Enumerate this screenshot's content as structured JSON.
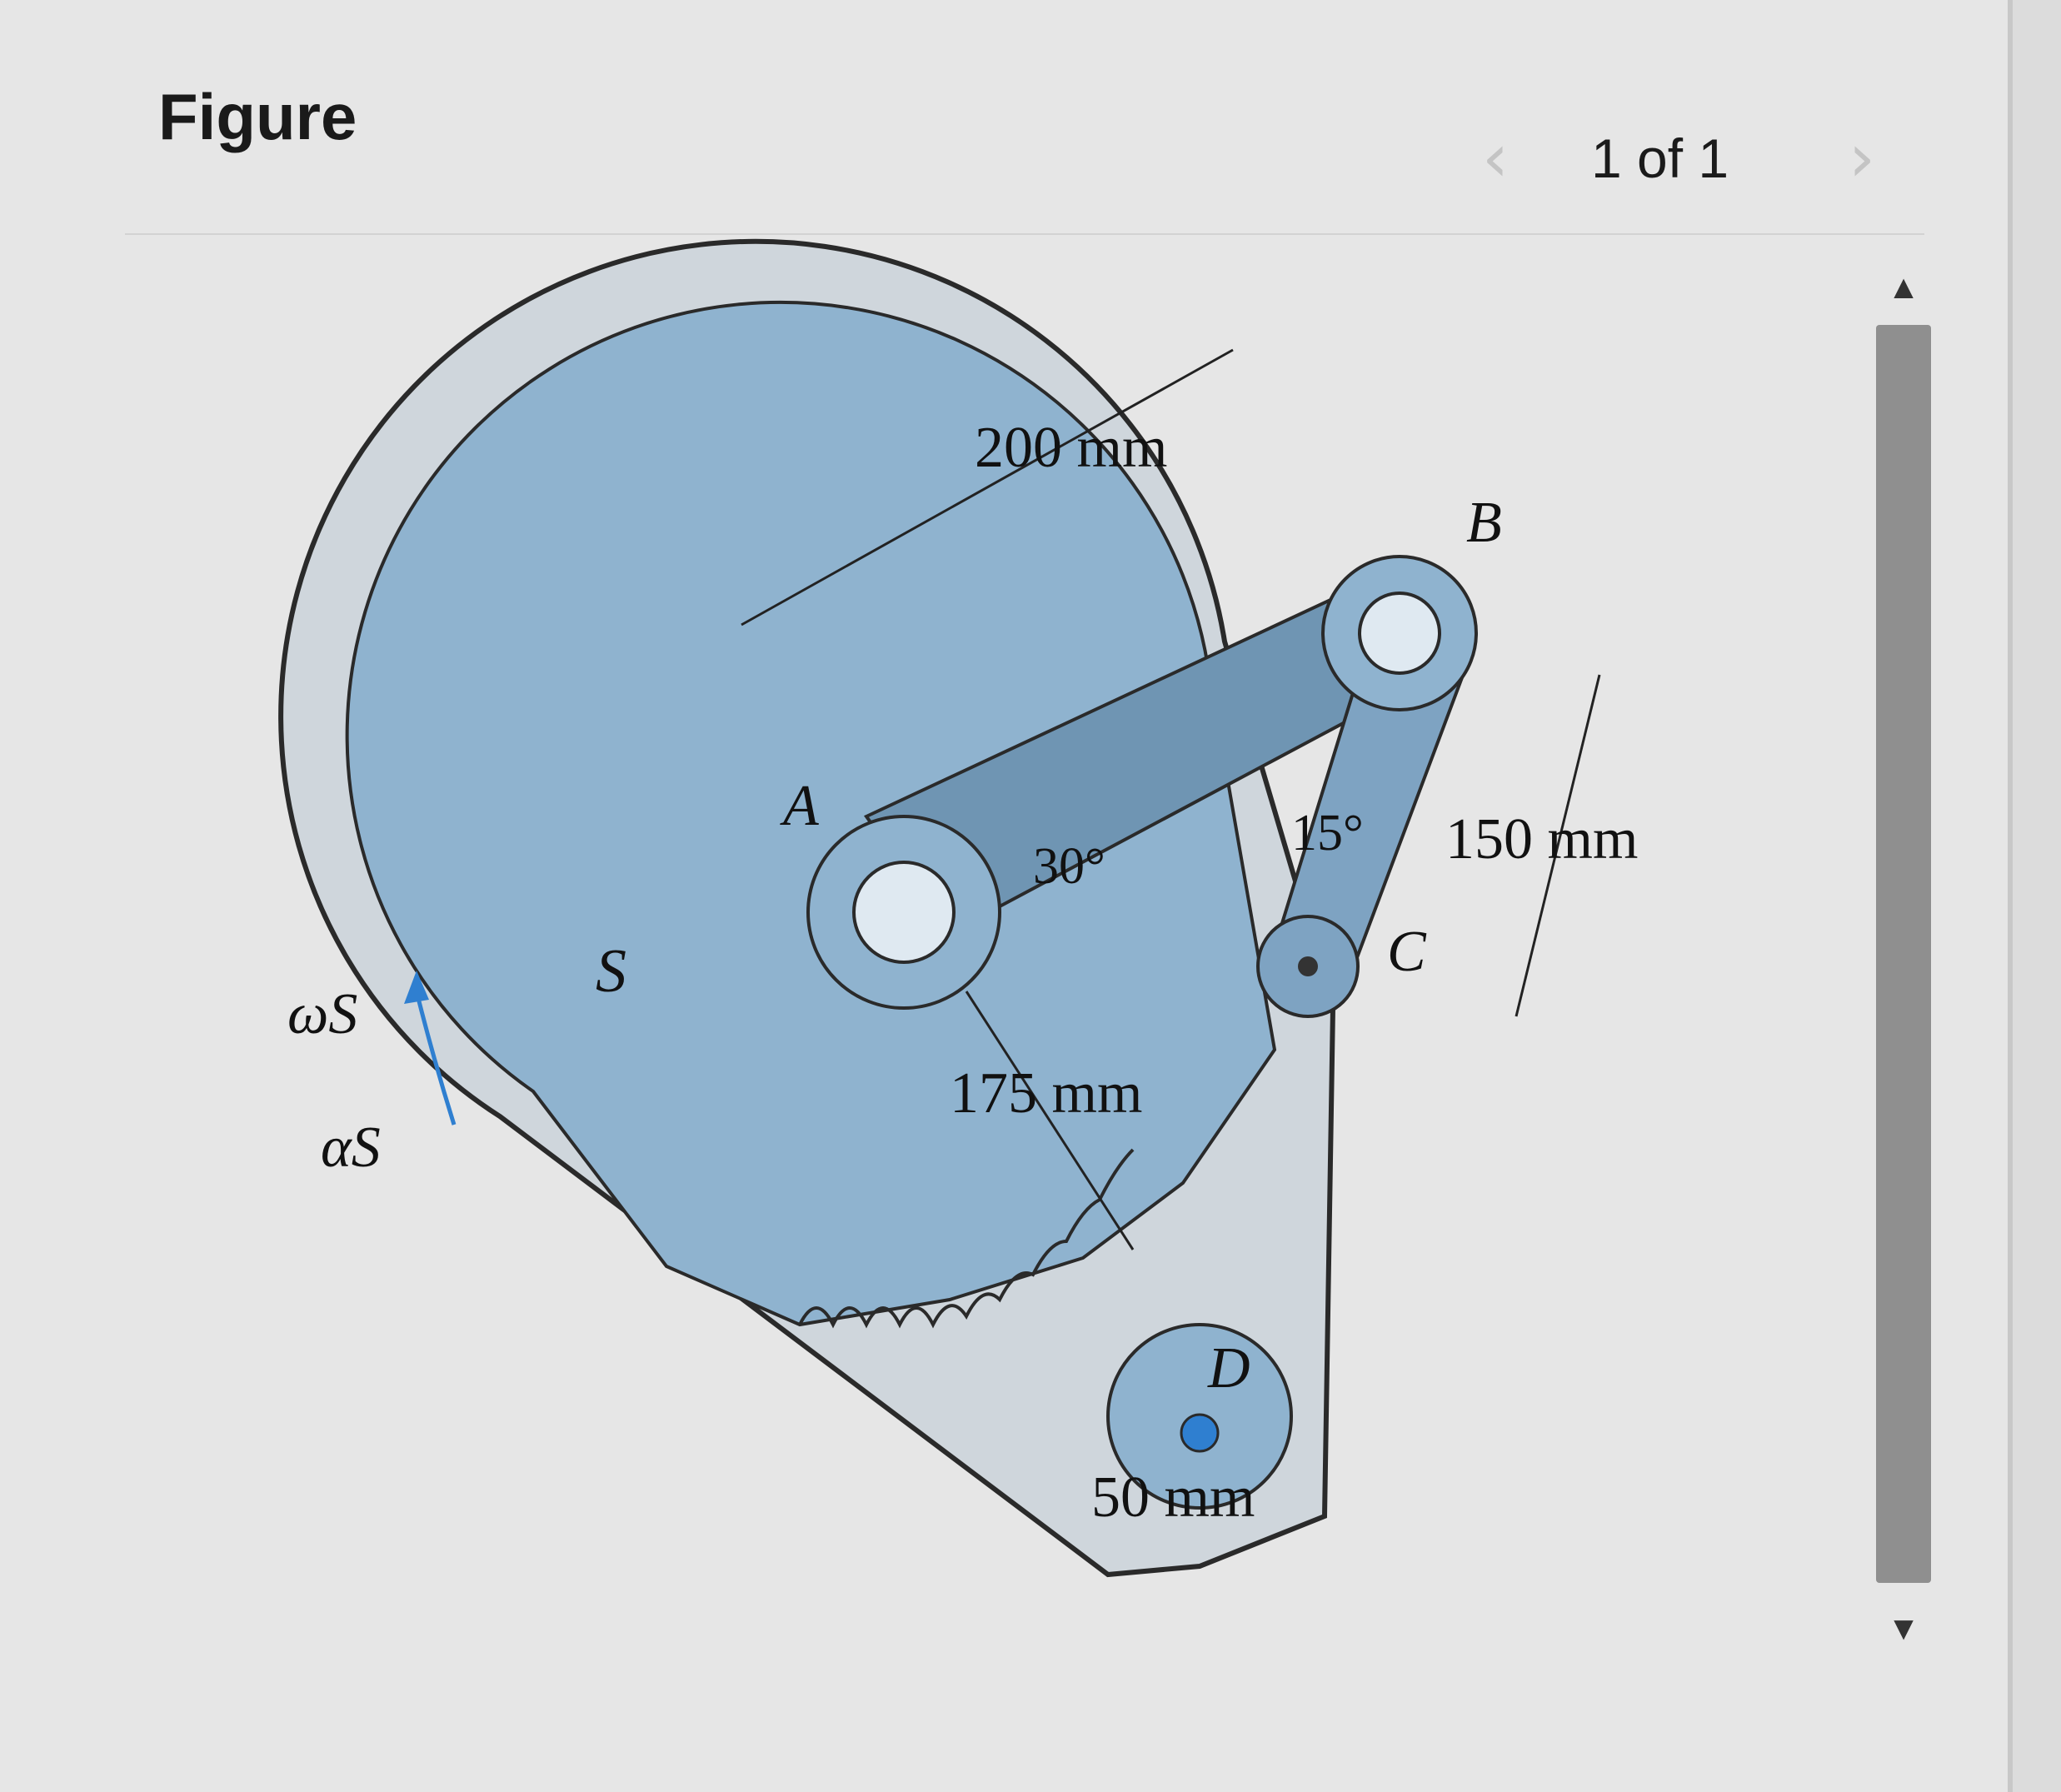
{
  "header": {
    "title": "Figure"
  },
  "pager": {
    "label": "1 of 1",
    "prev_icon": "chevron-left-icon",
    "next_icon": "chevron-right-icon"
  },
  "scrollbar": {
    "up_icon": "scroll-up-arrow-icon",
    "down_icon": "scroll-down-arrow-icon"
  },
  "figure": {
    "labels": {
      "dim_ab": "200 mm",
      "point_b": "B",
      "point_a": "A",
      "angle_30": "30°",
      "angle_15": "15°",
      "dim_bc": "150 mm",
      "point_c": "C",
      "sprocket_s": "S",
      "omega": "ωS",
      "alpha": "αS",
      "dim_radius": "175 mm",
      "gear_d": "D",
      "dim_d": "50 mm"
    },
    "colors": {
      "body": "#8fb3cf",
      "body_dark": "#6f95b3",
      "outline": "#2a2a2a",
      "arrow": "#2f7fd0"
    }
  }
}
